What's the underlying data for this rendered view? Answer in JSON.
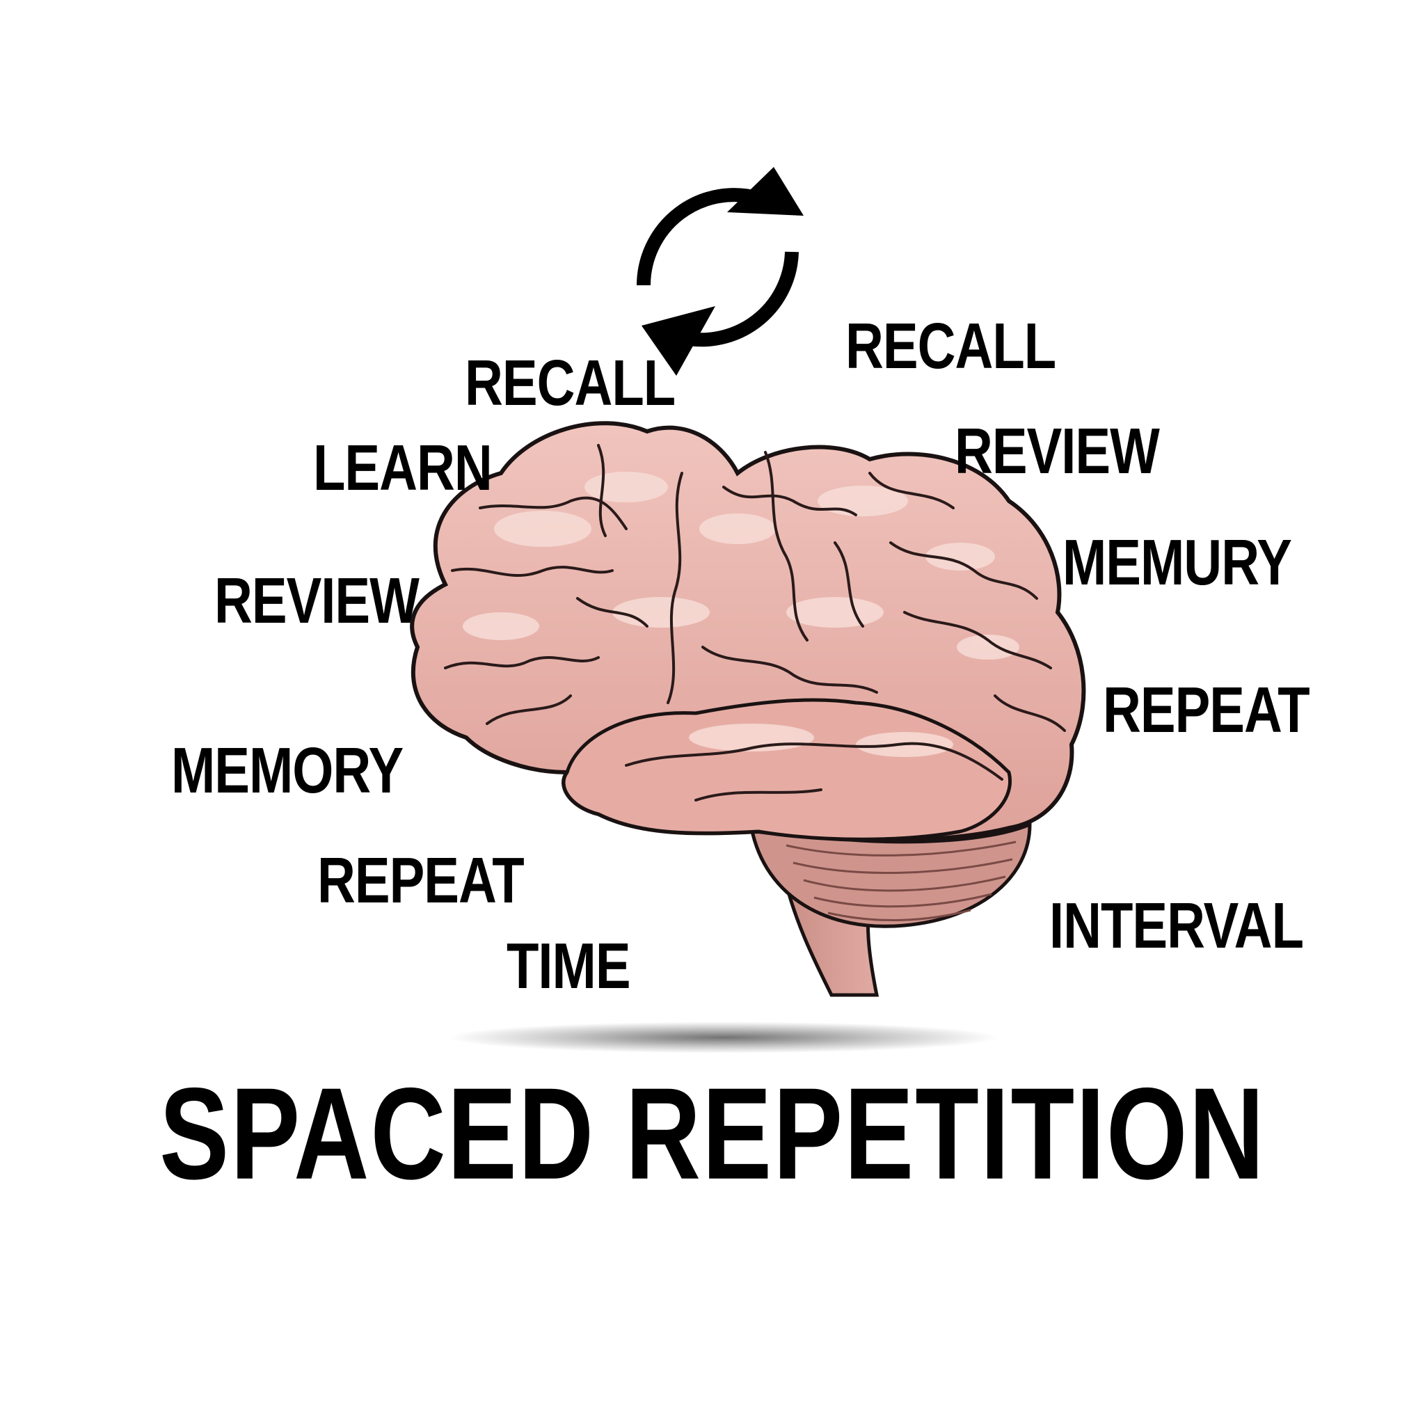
{
  "title": "SPACED REPETITION",
  "words": {
    "recall_left": "RECALL",
    "recall_right": "RECALL",
    "learn": "LEARN",
    "review_left": "REVIEW",
    "review_right": "REVIEW",
    "memory_left": "MEMORY",
    "memury_right": "MEMURY",
    "repeat_left": "REPEAT",
    "repeat_right": "REPEAT",
    "time": "TIME",
    "interval": "INTERVAL"
  },
  "icons": {
    "cycle": "refresh-cycle-icon",
    "brain": "brain-illustration"
  },
  "colors": {
    "brain_fill": "#e9b3ac",
    "brain_highlight": "#f5d3cd",
    "brain_shadow": "#cf8f88",
    "outline": "#1a1212",
    "text": "#000000",
    "background": "#ffffff"
  }
}
